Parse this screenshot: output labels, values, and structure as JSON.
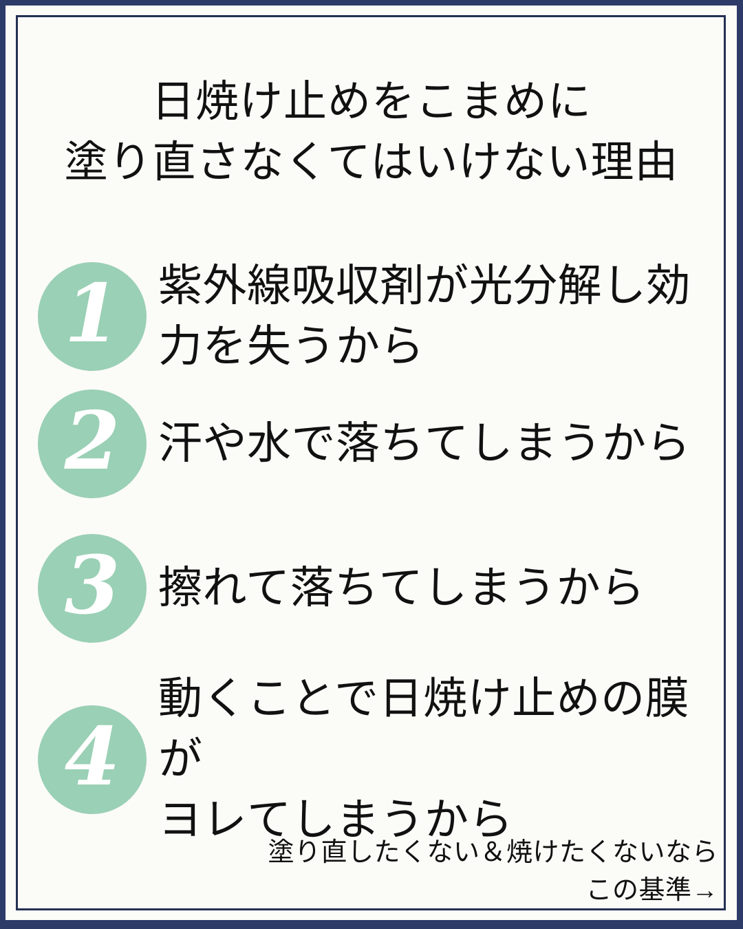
{
  "title": {
    "line1": "日焼け止めをこまめに",
    "line2": "塗り直さなくてはいけない理由"
  },
  "reasons": [
    {
      "number": "1",
      "lines": [
        "紫外線吸収剤が光分解し効",
        "力を失うから"
      ]
    },
    {
      "number": "2",
      "lines": [
        "汗や水で落ちてしまうから"
      ]
    },
    {
      "number": "3",
      "lines": [
        "擦れて落ちてしまうから"
      ]
    },
    {
      "number": "4",
      "lines": [
        "動くことで日焼け止めの膜が",
        "ヨレてしまうから"
      ]
    }
  ],
  "footer": {
    "line1": "塗り直したくない＆焼けたくないなら",
    "line2": "この基準→"
  },
  "colors": {
    "frame_navy": "#2c3b68",
    "inner_line_navy": "#243153",
    "badge_green": "#9ad0b5",
    "text": "#111111",
    "background": "#fbfbf8"
  }
}
